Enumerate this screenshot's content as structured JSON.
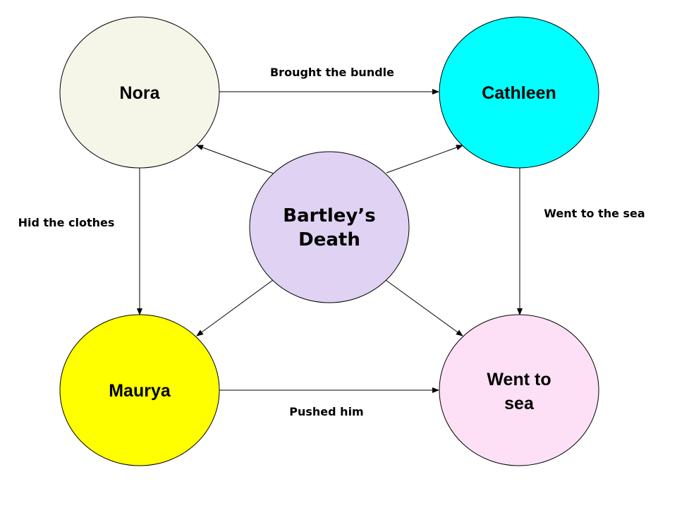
{
  "nodes": {
    "nora": {
      "label": "Nora",
      "color": "#f5f5e8"
    },
    "cathleen": {
      "label": "Cathleen",
      "color": "#00ffff"
    },
    "center": {
      "label_line1": "Bartley’s",
      "label_line2": "Death",
      "color": "#e0d2f2"
    },
    "maurya": {
      "label": "Maurya",
      "color": "#ffff00"
    },
    "went_to_sea": {
      "label_line1": "Went to",
      "label_line2": "sea",
      "color": "#fde0f5"
    }
  },
  "edges": {
    "nora_to_cathleen": "Brought the bundle",
    "nora_to_maurya": "Hid the clothes",
    "cathleen_to_sea": "Went to the sea",
    "maurya_to_sea": "Pushed him"
  }
}
